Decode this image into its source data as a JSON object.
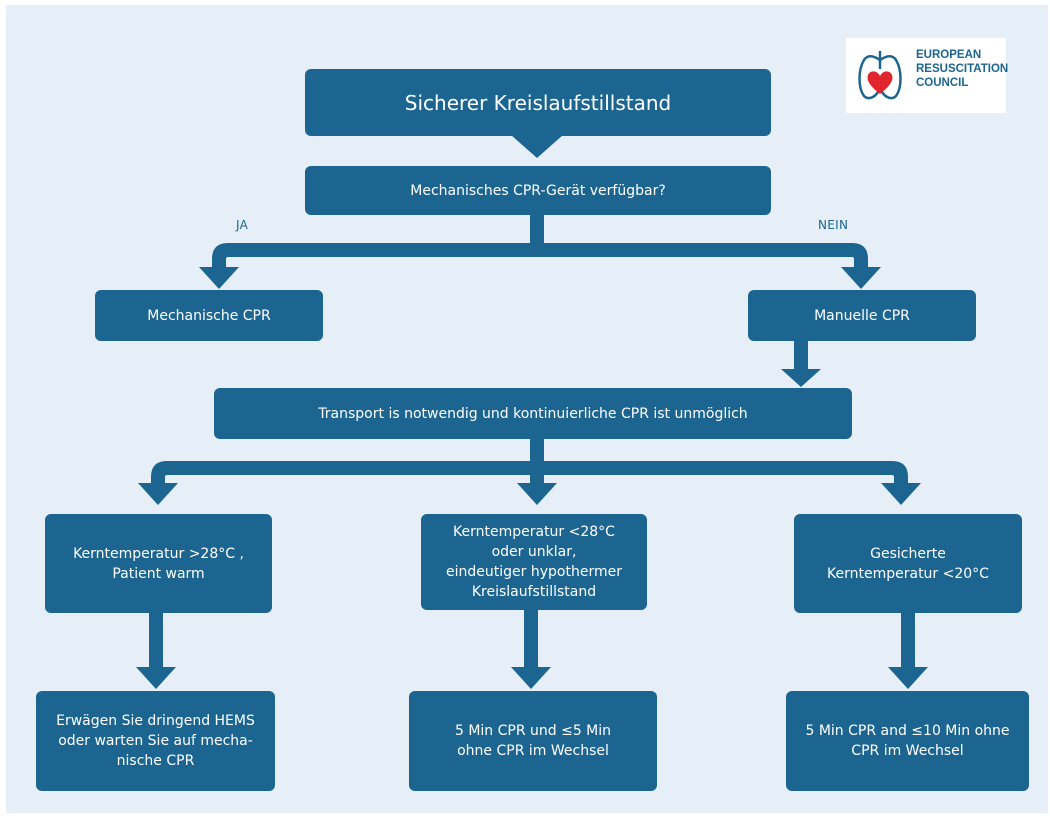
{
  "colors": {
    "box": "#1c6591",
    "background": "#e6eef8",
    "arrow": "#1c6591",
    "logo_heart": "#e0262c"
  },
  "logo": {
    "text": "EUROPEAN\nRESUSCITATION\nCOUNCIL"
  },
  "flow": {
    "start": "Sicherer Kreislaufstillstand",
    "question": "Mechanisches CPR-Gerät verfügbar?",
    "yes_label": "JA",
    "no_label": "NEIN",
    "mechanical": "Mechanische CPR",
    "manual": "Manuelle CPR",
    "transport": "Transport is notwendig und kontinuierliche CPR ist unmöglich",
    "col1_condition": "Kerntemperatur >28°C ,\nPatient warm",
    "col2_condition": "Kerntemperatur <28°C\noder unklar,\neindeutiger hypothermer\nKreislaufstillstand",
    "col3_condition": "Gesicherte\nKerntemperatur <20°C",
    "col1_action": "Erwägen Sie dringend HEMS\noder warten Sie auf mecha-\nnische CPR",
    "col2_action": "5 Min CPR und ≤5 Min\nohne  CPR im Wechsel",
    "col3_action": "5 Min CPR and ≤10 Min ohne\nCPR im Wechsel"
  }
}
